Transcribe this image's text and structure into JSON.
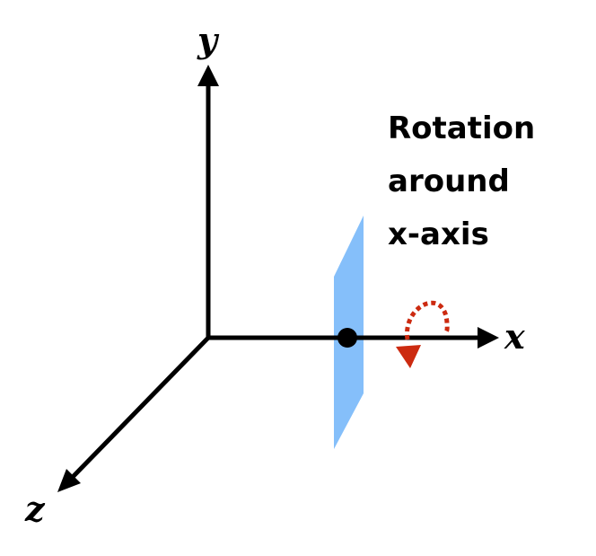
{
  "axes": {
    "x_label": "x",
    "y_label": "y",
    "z_label": "z"
  },
  "caption": {
    "line1": "Rotation",
    "line2": "around",
    "line3": "x-axis"
  },
  "colors": {
    "axis": "#000000",
    "plane": "#85bffa",
    "rotation_arrow": "#cc2a10",
    "pivot": "#000000"
  }
}
